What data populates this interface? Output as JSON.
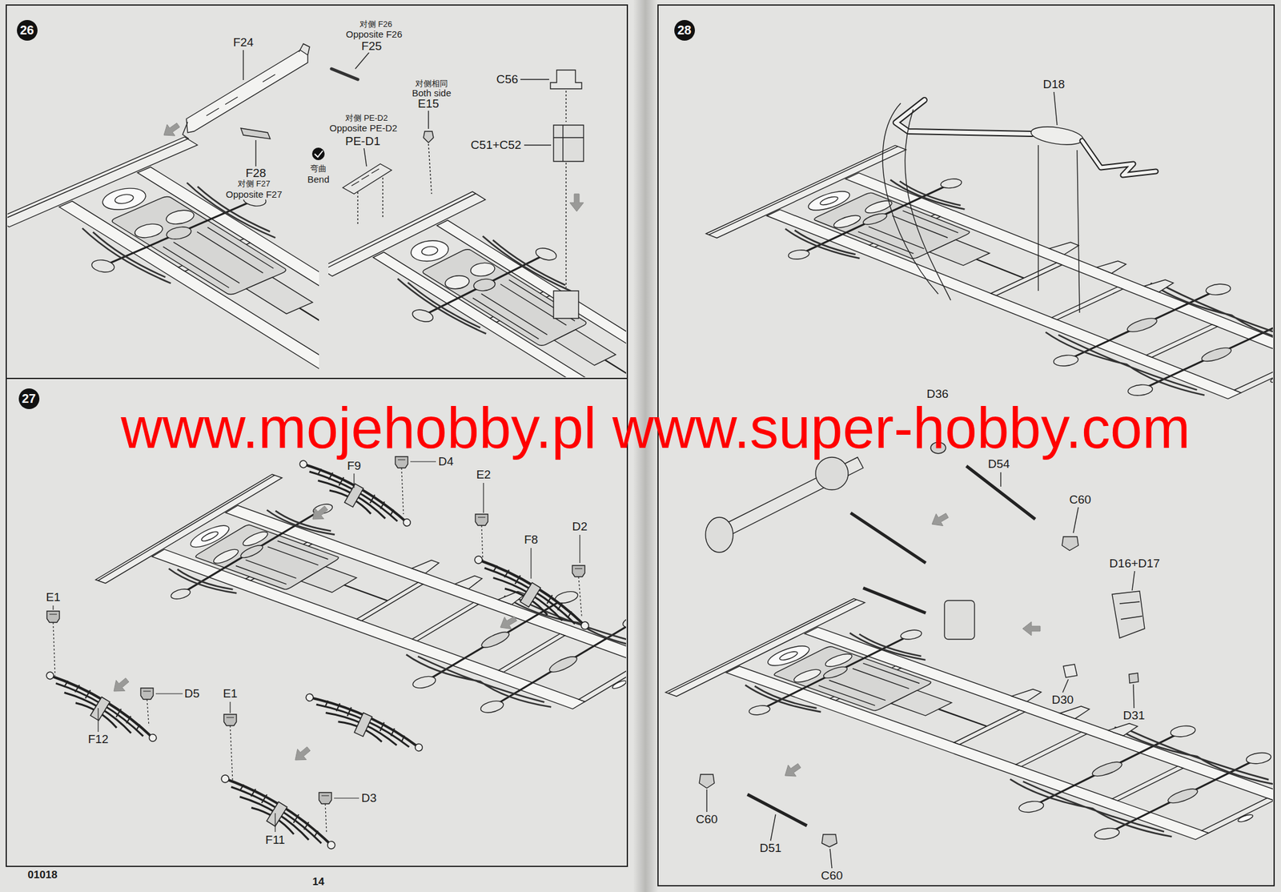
{
  "diagram": {
    "nodes": [
      {
        "text": [
          "26"
        ]
      },
      {
        "text": [
          "27"
        ]
      },
      {
        "text": [
          "28"
        ]
      }
    ],
    "labels": [
      "F24",
      "对侧 F26",
      "Opposite F26",
      "F25",
      "F28",
      "对侧 F27",
      "Opposite F27",
      "弯曲",
      "Bend",
      "对侧 PE-D2",
      "Opposite PE-D2",
      "PE-D1",
      "对侧相同",
      "Both side",
      "E15",
      "C56",
      "C51+C52",
      "www.mojehobby.pl www.super-hobby.com",
      "F9",
      "D4",
      "E2",
      "F8",
      "D2",
      "E1",
      "D5",
      "E1",
      "F12",
      "D3",
      "F11",
      "D18",
      "D36",
      "D54",
      "C60",
      "D16+D17",
      "D30",
      "D31",
      "C60",
      "D51",
      "C60",
      "01018",
      "14"
    ]
  }
}
